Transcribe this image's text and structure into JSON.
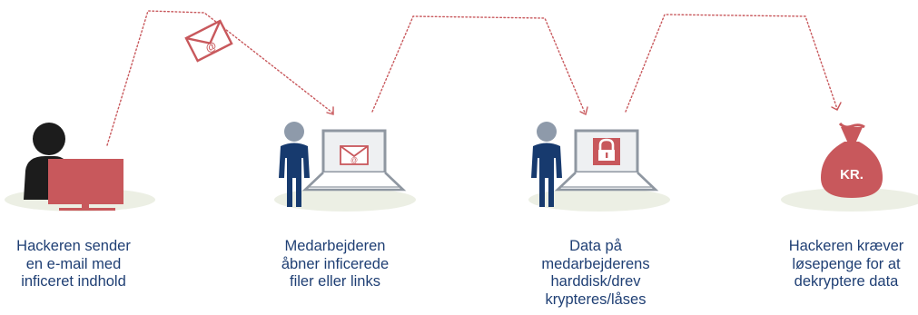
{
  "steps": [
    {
      "lines": [
        "Hackeren sender",
        "en e-mail med",
        "inficeret indhold"
      ]
    },
    {
      "lines": [
        "Medarbejderen",
        "åbner inficerede",
        "filer eller links"
      ]
    },
    {
      "lines": [
        "Data på",
        "medarbejderens",
        "harddisk/drev",
        "krypteres/låses"
      ]
    },
    {
      "lines": [
        "Hackeren kræver",
        "løsepenge for at",
        "dekryptere data"
      ]
    }
  ],
  "email_symbol": "@",
  "bag_label": "KR.",
  "icons": [
    "hacker-icon",
    "envelope-icon",
    "employee-icon",
    "laptop-icon",
    "padlock-icon",
    "money-bag-icon"
  ],
  "colors": {
    "accent_red": "#c8585c",
    "navy": "#173a6e",
    "head_grey": "#8e9aaa",
    "laptop_grey": "#8f97a1",
    "screen_fill": "#eef0f2",
    "shadow": "#ecefe4",
    "text": "#1f3f74",
    "hacker": "#1c1c1c"
  }
}
